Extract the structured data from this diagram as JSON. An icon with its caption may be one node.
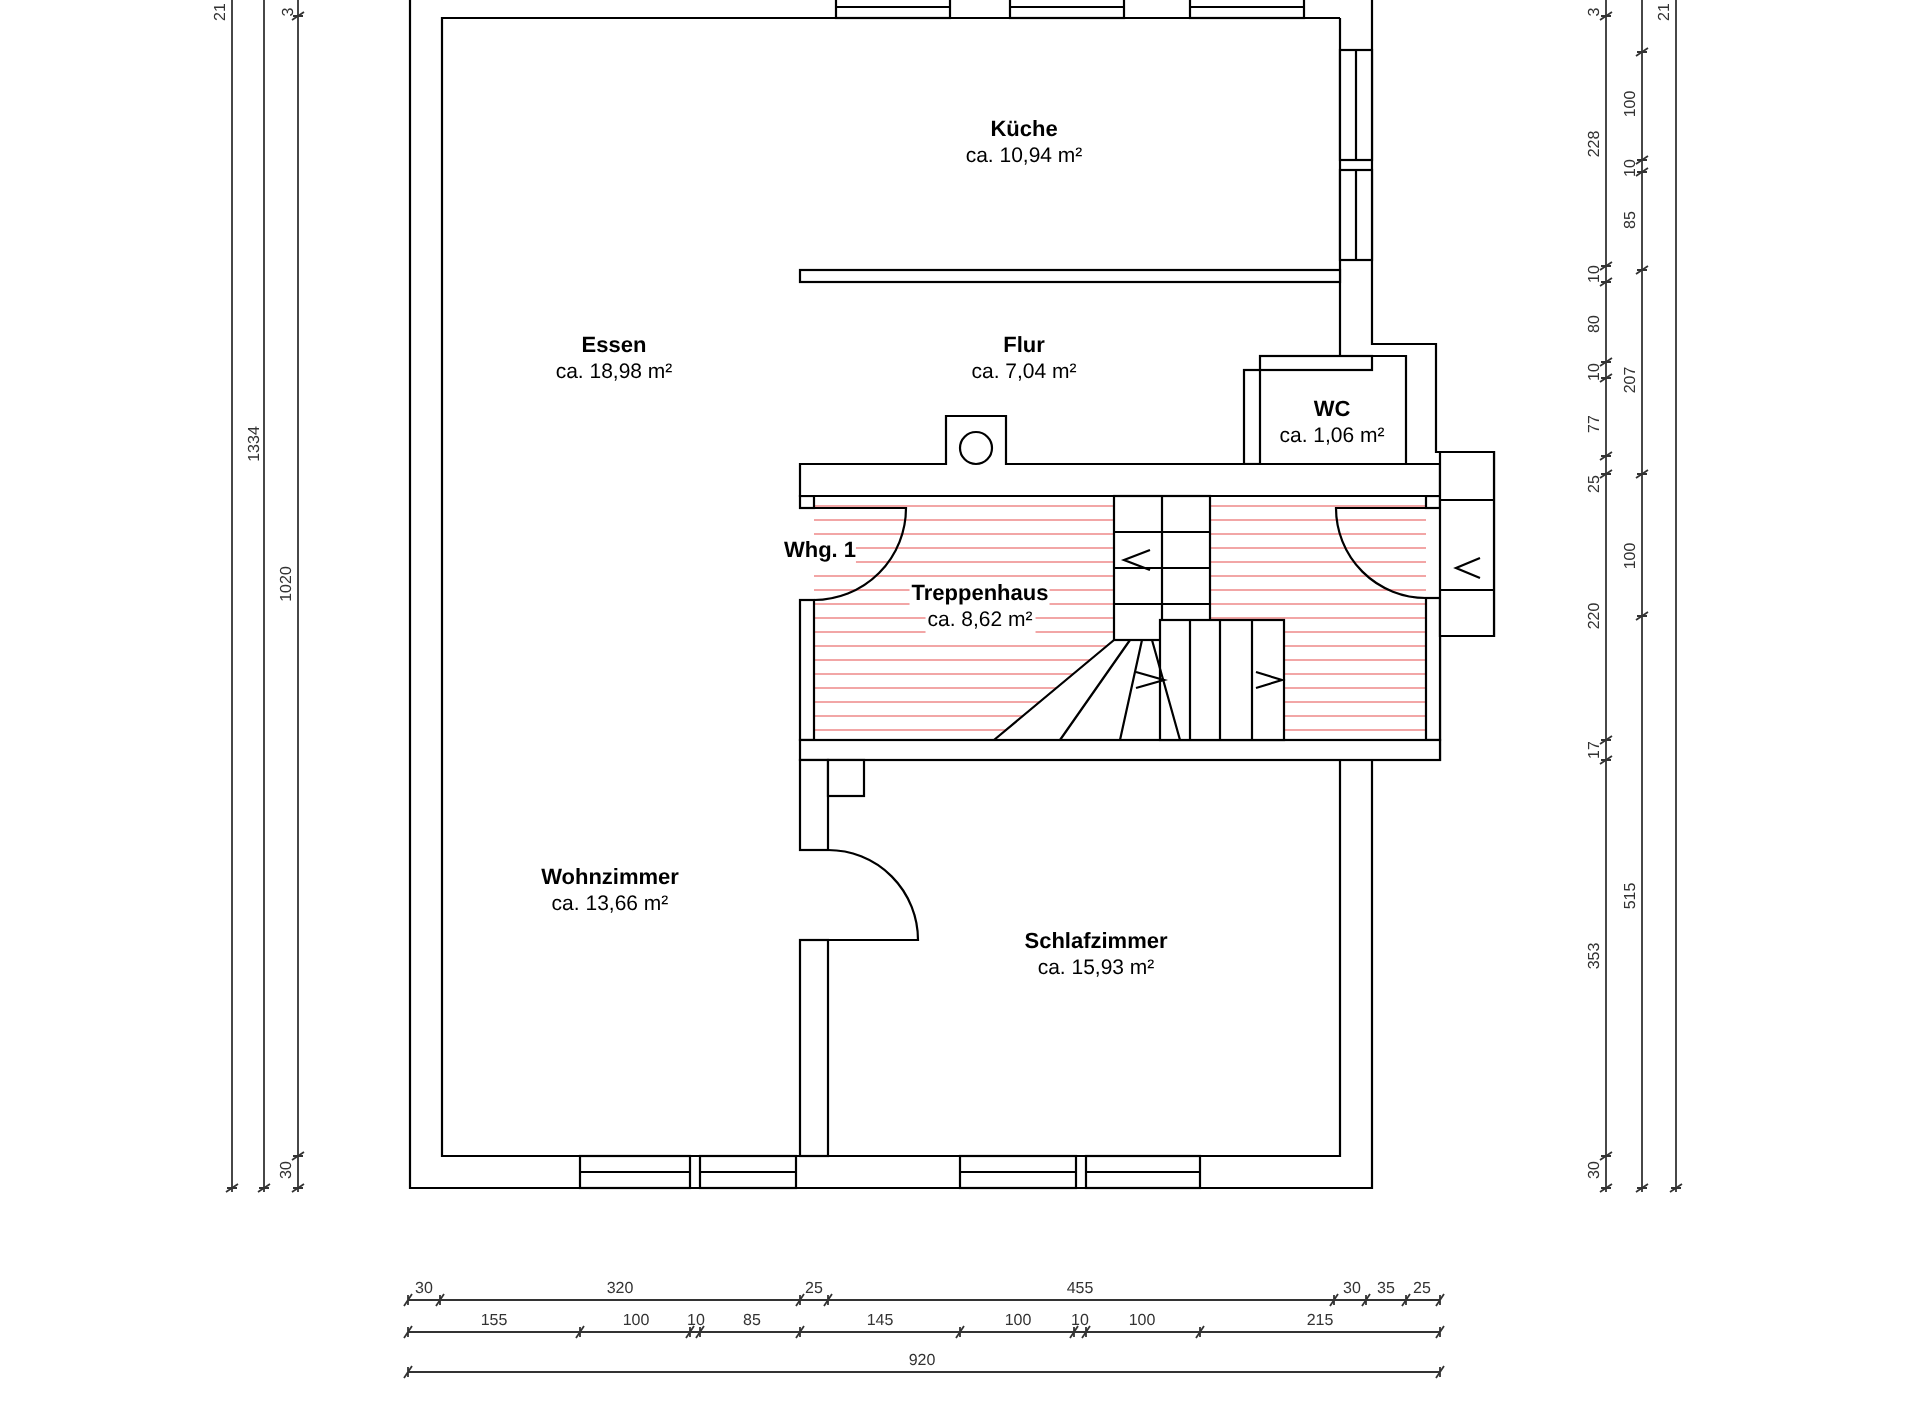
{
  "diagram": {
    "nodes": [
      {
        "text": [
          "Küche",
          "ca. 10,94 m²"
        ]
      },
      {
        "text": [
          "Essen",
          "ca. 18,98 m²"
        ]
      },
      {
        "text": [
          "Flur",
          "ca. 7,04 m²"
        ]
      },
      {
        "text": [
          "WC",
          "ca. 1,06 m²"
        ]
      },
      {
        "text": [
          "Treppenhaus",
          "ca. 8,62 m²"
        ]
      },
      {
        "text": [
          "Wohnzimmer",
          "ca. 13,66 m²"
        ]
      },
      {
        "text": [
          "Schlafzimmer",
          "ca. 15,93 m²"
        ]
      }
    ],
    "labels": [
      "Whg. 1",
      "21",
      "3",
      "1334",
      "1020",
      "30",
      "3",
      "21",
      "228",
      "100",
      "10",
      "85",
      "10",
      "80",
      "10",
      "207",
      "77",
      "25",
      "100",
      "220",
      "17",
      "515",
      "353",
      "30",
      "30",
      "320",
      "25",
      "455",
      "30",
      "35",
      "25",
      "155",
      "100",
      "10",
      "85",
      "145",
      "100",
      "10",
      "100",
      "215",
      "920"
    ]
  }
}
